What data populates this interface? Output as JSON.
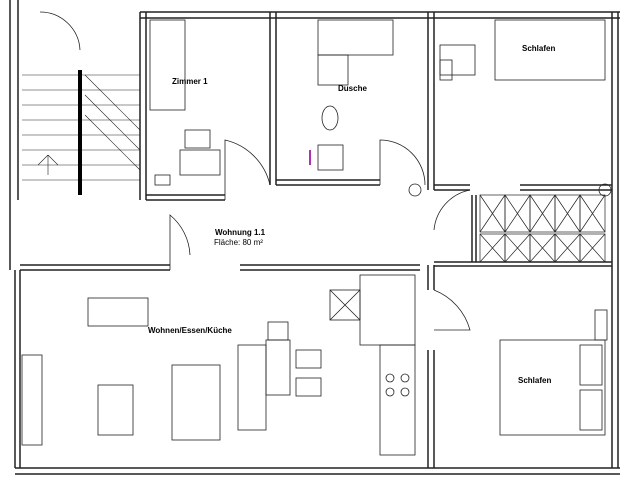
{
  "rooms": {
    "zimmer1": "Zimmer 1",
    "dusche": "Dusche",
    "schlafen_top": "Schlafen",
    "schlafen_bottom": "Schlafen",
    "wohnen": "Wohnen/Essen/Küche"
  },
  "unit": {
    "name": "Wohnung 1.1",
    "area_label": "Fläche:",
    "area_value": "80 m²"
  }
}
